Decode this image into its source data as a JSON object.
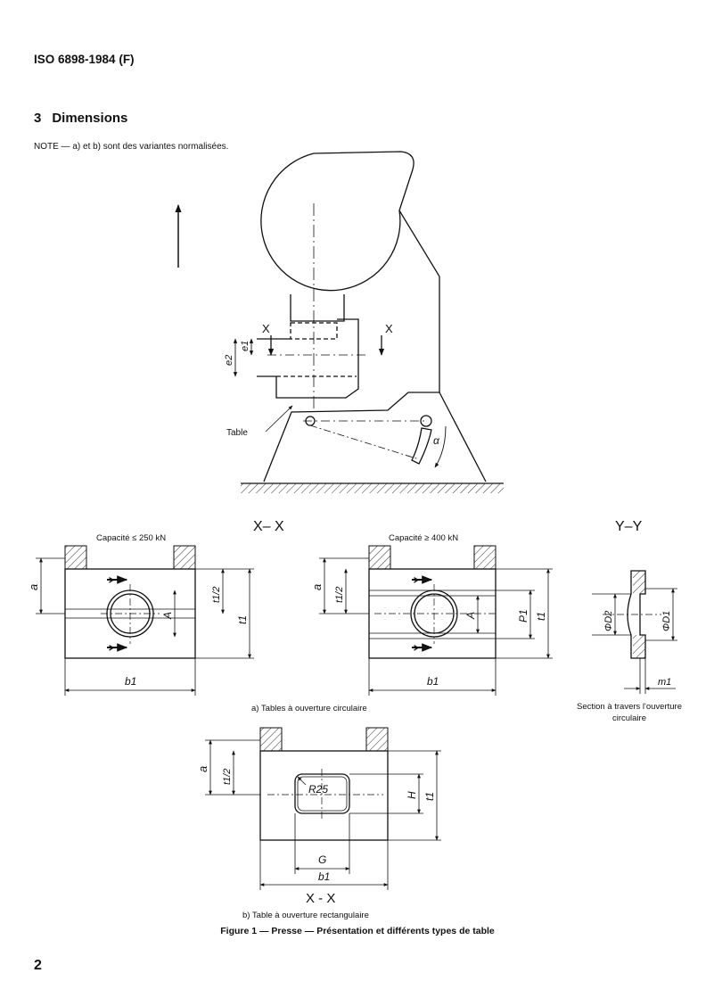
{
  "header": {
    "standard_ref": "ISO 6898-1984 (F)"
  },
  "section": {
    "number": "3",
    "title": "Dimensions"
  },
  "note": "NOTE — a) et b) sont des variantes normalisées.",
  "figure": {
    "press": {
      "table_label": "Table",
      "section_mark": "X",
      "dims": [
        "e2",
        "e1",
        "α"
      ]
    },
    "view_xx_a": {
      "title": "X– X",
      "left": {
        "capacity": "Capacité ≤ 250 kN",
        "labels": [
          "a",
          "Y",
          "Y",
          "A",
          "t1/2",
          "t1",
          "b1"
        ]
      },
      "right": {
        "capacity": "Capacité ≥ 400 kN",
        "labels": [
          "a",
          "t1/2",
          "Y",
          "Y",
          "A",
          "P1",
          "t1",
          "b1"
        ]
      }
    },
    "view_yy": {
      "title": "Y–Y",
      "labels": [
        "ΦD2",
        "ΦD1",
        "m1"
      ],
      "caption_line1": "Section à travers l'ouverture",
      "caption_line2": "circulaire"
    },
    "caption_a": "a)  Tables à ouverture circulaire",
    "view_xx_b": {
      "title": "X - X",
      "labels": [
        "a",
        "t1/2",
        "R25",
        "H",
        "t1",
        "G",
        "b1"
      ]
    },
    "caption_b": "b)  Table à ouverture rectangulaire",
    "main_caption": "Figure 1 — Presse — Présentation et différents types de table"
  },
  "page_number": "2"
}
